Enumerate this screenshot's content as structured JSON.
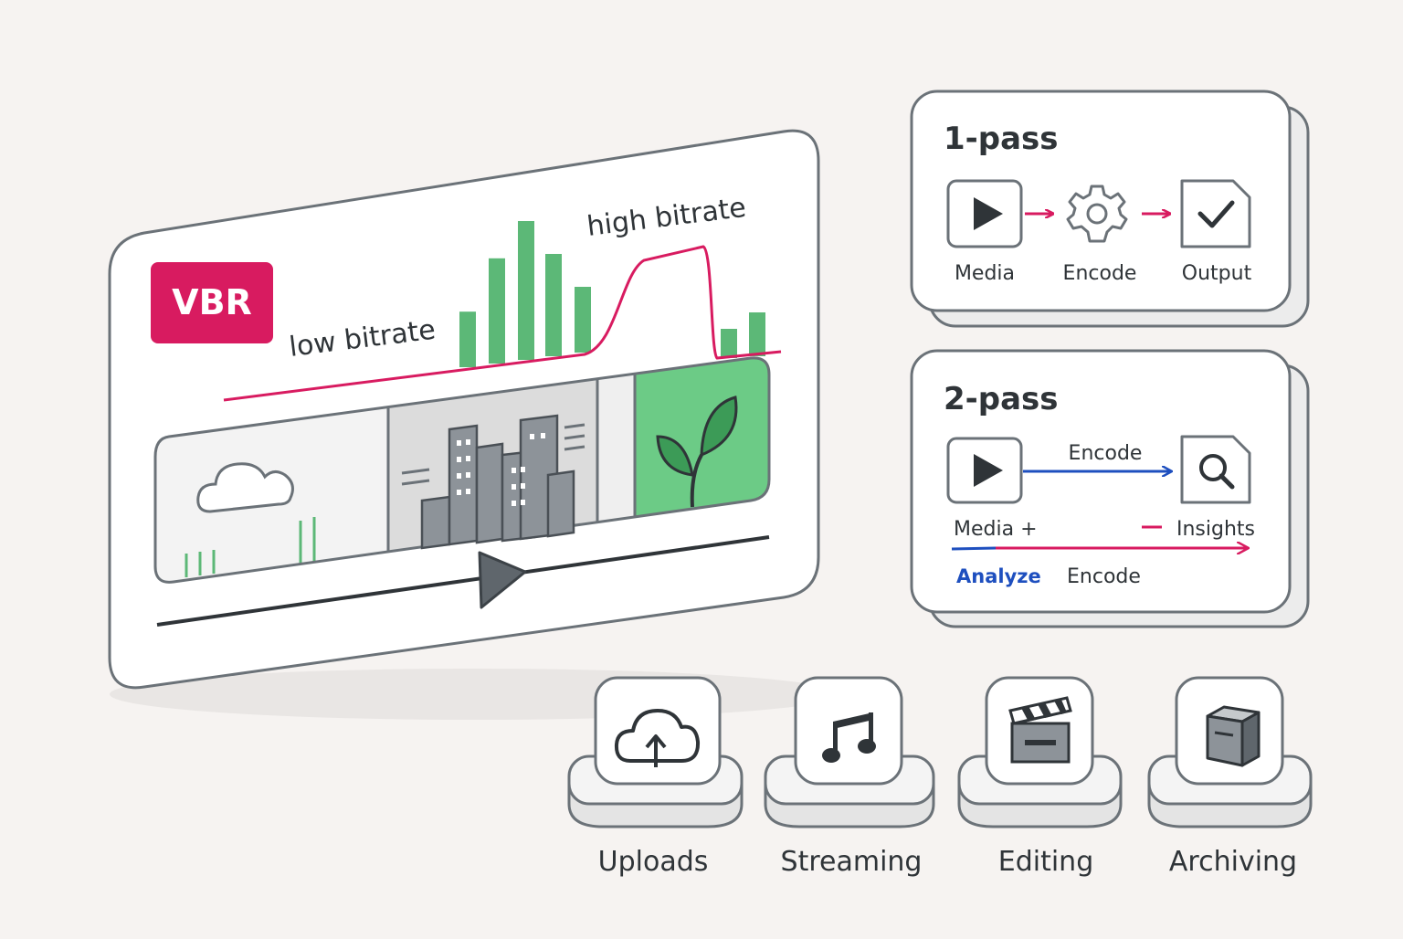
{
  "colors": {
    "background": "#f6f3f1",
    "accent_pink": "#d81b60",
    "accent_blue": "#1e4fbf",
    "green": "#5cb877",
    "green_fill": "#6ccb86",
    "outline": "#6b7278",
    "dark": "#3c4247"
  },
  "vbr_card": {
    "badge": "VBR",
    "low_label": "low bitrate",
    "high_label": "high bitrate",
    "bar_levels": [
      0.38,
      0.72,
      0.95,
      0.7,
      0.45,
      0.2,
      0.3
    ]
  },
  "one_pass": {
    "title": "1-pass",
    "steps": [
      {
        "label": "Media",
        "icon": "play-icon"
      },
      {
        "label": "Encode",
        "icon": "gear-icon"
      },
      {
        "label": "Output",
        "icon": "checkmark-file-icon"
      }
    ]
  },
  "two_pass": {
    "title": "2-pass",
    "top_arrow_label": "Encode",
    "media_label": "Media +",
    "insights_label": "Insights",
    "analyze_label": "Analyze",
    "encode_label": "Encode",
    "source_icon": "play-icon",
    "result_icon": "magnifier-file-icon"
  },
  "use_cases": [
    {
      "label": "Uploads",
      "icon": "cloud-upload-icon"
    },
    {
      "label": "Streaming",
      "icon": "music-note-icon"
    },
    {
      "label": "Editing",
      "icon": "clapperboard-icon"
    },
    {
      "label": "Archiving",
      "icon": "box-icon"
    }
  ]
}
